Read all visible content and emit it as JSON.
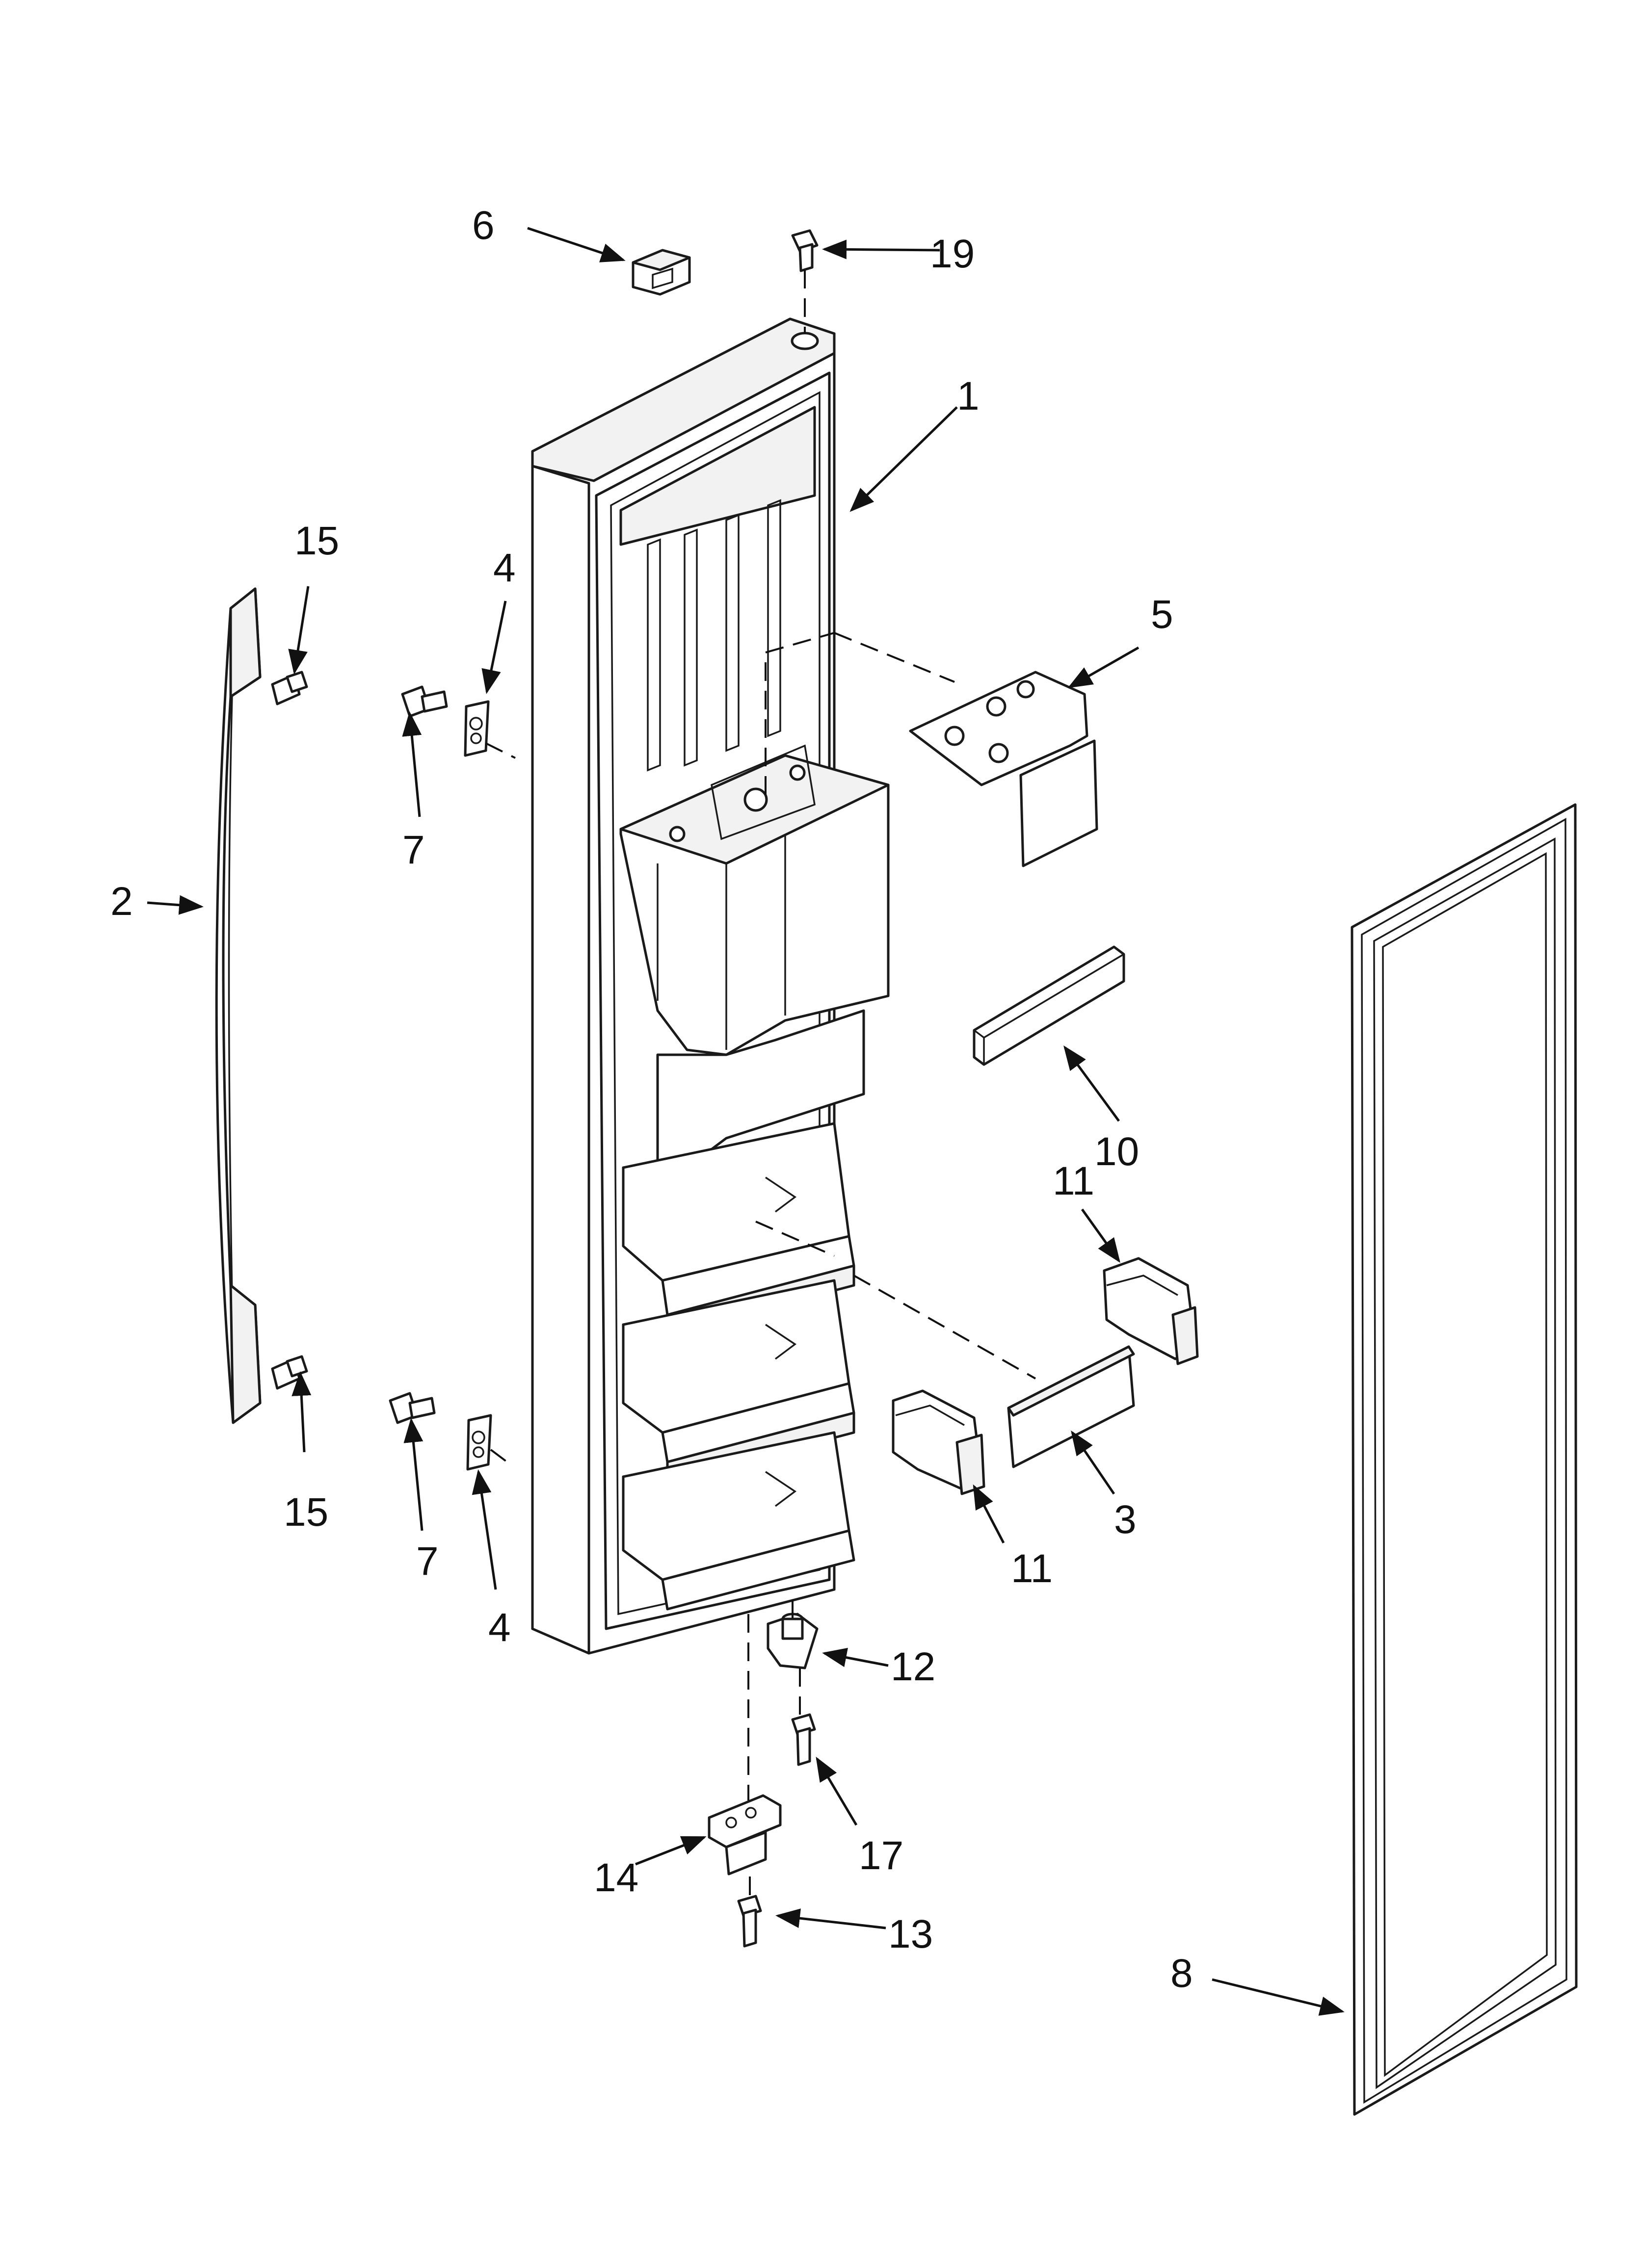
{
  "callouts": {
    "p1": "1",
    "p2": "2",
    "p3": "3",
    "p4a": "4",
    "p4b": "4",
    "p5": "5",
    "p6": "6",
    "p7a": "7",
    "p7b": "7",
    "p8": "8",
    "p10": "10",
    "p11a": "11",
    "p11b": "11",
    "p12": "12",
    "p13": "13",
    "p14": "14",
    "p15a": "15",
    "p15b": "15",
    "p17": "17",
    "p19": "19"
  }
}
